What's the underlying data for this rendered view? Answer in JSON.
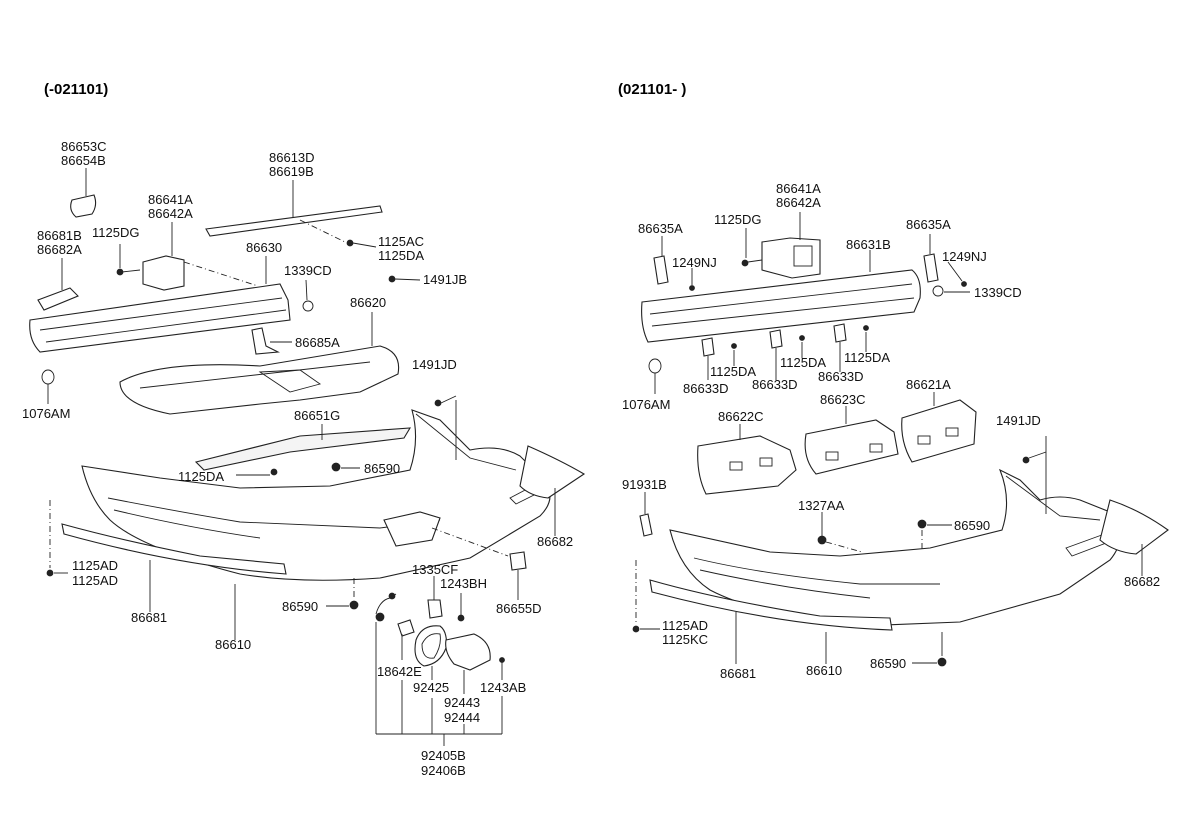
{
  "headers": {
    "left": "(-021101)",
    "right": "(021101- )"
  },
  "left_labels": {
    "l86653c": "86653C",
    "l86654b": "86654B",
    "l86613d": "86613D",
    "l86619b": "86619B",
    "l86641a": "86641A",
    "l86642a": "86642A",
    "l86681b": "86681B",
    "l86682a": "86682A",
    "l1125dg": "1125DG",
    "l86630": "86630",
    "l1125ac": "1125AC",
    "l1125da_a": "1125DA",
    "l1339cd": "1339CD",
    "l1491jb": "1491JB",
    "l86620": "86620",
    "l86685a": "86685A",
    "l1076am": "1076AM",
    "l1491jd": "1491JD",
    "l86651g": "86651G",
    "l1125da_b": "1125DA",
    "l86590_a": "86590",
    "l86682": "86682",
    "l1125ad_a": "1125AD",
    "l1125ad_b": "1125AD",
    "l1335cf": "1335CF",
    "l1243bh": "1243BH",
    "l86590_b": "86590",
    "l86655d": "86655D",
    "l86681": "86681",
    "l86610": "86610",
    "l18642e": "18642E",
    "l92425": "92425",
    "l1243ab": "1243AB",
    "l92443": "92443",
    "l92444": "92444",
    "l92405b": "92405B",
    "l92406b": "92406B"
  },
  "right_labels": {
    "r86641a": "86641A",
    "r86642a": "86642A",
    "r1125dg": "1125DG",
    "r86635a_a": "86635A",
    "r86635a_b": "86635A",
    "r86631b": "86631B",
    "r1249nj_a": "1249NJ",
    "r1249nj_b": "1249NJ",
    "r1339cd": "1339CD",
    "r1125da_a": "1125DA",
    "r1125da_b": "1125DA",
    "r1125da_c": "1125DA",
    "r86633d_a": "86633D",
    "r86633d_b": "86633D",
    "r86633d_c": "86633D",
    "r1076am": "1076AM",
    "r86621a": "86621A",
    "r86622c": "86622C",
    "r86623c": "86623C",
    "r1491jd": "1491JD",
    "r91931b": "91931B",
    "r1327aa": "1327AA",
    "r86590_a": "86590",
    "r86682": "86682",
    "r1125ad": "1125AD",
    "r1125kc": "1125KC",
    "r86681": "86681",
    "r86610": "86610",
    "r86590_b": "86590"
  }
}
